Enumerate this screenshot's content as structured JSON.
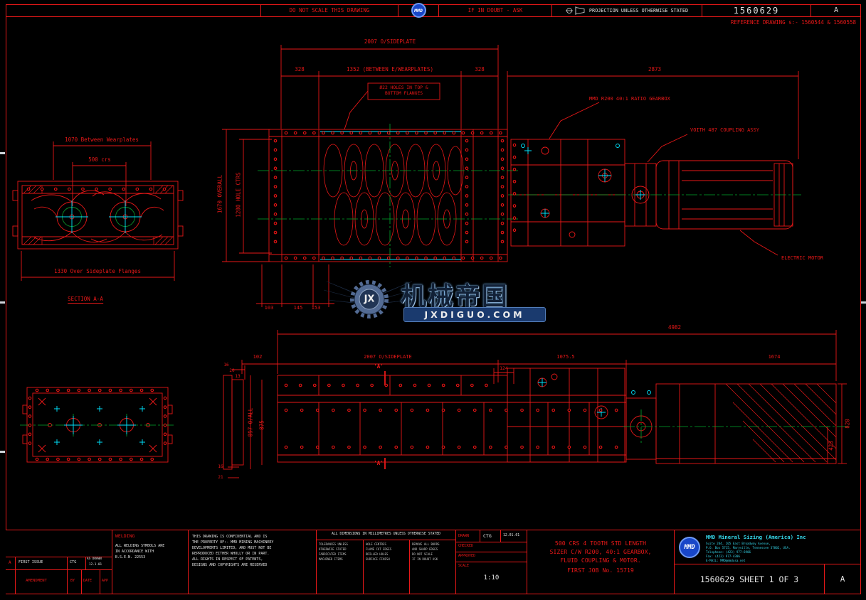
{
  "colors": {
    "background": "#000000",
    "linework_red": "#e81818",
    "accent_cyan": "#00e5ff",
    "centerline_green": "#00a82d",
    "text_white": "#e2e2e2",
    "logo_blue": "#1846c8",
    "watermark_navy": "#1c3f77"
  },
  "top_bar": {
    "do_not_scale": "DO NOT SCALE THIS DRAWING",
    "logo": "MMD",
    "if_in_doubt": "IF IN DOUBT - ASK",
    "projection": "PROJECTION UNLESS OTHERWISE STATED",
    "drawing_number": "1560629",
    "revision": "A",
    "reference": "REFERENCE DRAWING s:- 1560544 & 1560558"
  },
  "section_aa": {
    "dim_wearplates": "1070 Between Wearplates",
    "dim_crs": "500 crs",
    "dim_flanges": "1330 Over Sideplate Flanges",
    "label": "SECTION A-A"
  },
  "plan": {
    "dim_2007": "2007 O/SIDEPLATE",
    "dim_328_l": "328",
    "dim_1352": "1352 (BETWEEN E/WEARPLATES)",
    "dim_328_r": "328",
    "dim_2873": "2873",
    "note_holes_1": "Ø22 HOLES IN TOP &",
    "note_holes_2": "BOTTOM FLANGES",
    "lbl_gearbox": "MMD R200 40:1 RATIO GEARBOX",
    "lbl_coupling": "VOITH 487 COUPLING ASSY",
    "lbl_motor": "ELECTRIC MOTOR",
    "dim_1670": "1670 OVERALL",
    "dim_1280": "1280 HOLE CTRS",
    "dim_103": "103",
    "dim_145": "145",
    "dim_153": "153"
  },
  "elevation": {
    "dim_4982": "4982",
    "dim_102": "102",
    "dim_2007": "2007 O/SIDEPLATE",
    "dim_1075": "1075.5",
    "dim_1674": "1674",
    "dim_124": "124",
    "dim_16a": "16",
    "dim_20": "20",
    "dim_13": "13",
    "dim_897": "897 O/ALL",
    "dim_875": "875",
    "dim_820": "820",
    "dim_423": "423",
    "dim_16b": "16",
    "dim_21": "21",
    "marker_a": "'A'"
  },
  "watermark": {
    "gear": "JX",
    "title": "机械帝国",
    "url": "JXDIGUO.COM"
  },
  "title_block": {
    "rev_table": {
      "rev": "A",
      "desc": "FIRST ISSUE",
      "by": "CTG",
      "app_note": "AS DRAWN",
      "date": "12.1.01",
      "h_amendment": "AMENDMENT",
      "h_by": "BY",
      "h_date": "DATE",
      "h_app": "APP"
    },
    "welding": {
      "title": "WELDING",
      "lines": [
        "ALL WELDING SYMBOLS ARE",
        "IN ACCORDANCE WITH",
        "B.S.E.N. 22553"
      ]
    },
    "confidential": [
      "THIS DRAWING IS CONFIDENTIAL AND IS",
      "THE PROPERTY OF:- MMD MINING MACHINERY",
      "DEVELOPMENTS LIMITED, AND MUST NOT BE",
      "REPRODUCED EITHER WHOLLY OR IN PART.",
      "ALL RIGHTS IN RESPECT OF PATENTS,",
      "DESIGNS AND COPYRIGHTS ARE RESERVED"
    ],
    "dims_note": "ALL DIMENSIONS IN MILLIMETRES UNLESS OTHERWISE STATED",
    "fine_print_a": [
      "TOLERANCES UNLESS",
      "OTHERWISE STATED",
      "FABRICATED ITEMS",
      "MACHINED ITEMS"
    ],
    "fine_print_b": [
      "HOLE CENTRES",
      "FLAME CUT EDGES",
      "DRILLED HOLES",
      "SURFACE FINISH"
    ],
    "fine_print_c": [
      "REMOVE ALL BURRS",
      "AND SHARP EDGES",
      "DO NOT SCALE",
      "IF IN DOUBT ASK"
    ],
    "approvals": {
      "drawn_label": "DRAWN",
      "drawn_by": "CTG",
      "drawn_date": "12.01.01",
      "checked_label": "CHECKED",
      "approved_label": "APPROVED",
      "scale_label": "SCALE",
      "scale_value": "1:10"
    },
    "title_lines": [
      "500 CRS 4 TOOTH STD LENGTH",
      "SIZER C/W R200, 40:1 GEARBOX,",
      "FLUID COUPLING & MOTOR.",
      "FIRST JOB No. 15719"
    ],
    "company": {
      "logo": "MMD",
      "name": "MMD Mineral Sizing (America) Inc",
      "addr": [
        "Suite 204, 205 East Broadway Avenue,",
        "P.O. Box 5715, Maryville, Tennessee 37802, USA.",
        "Telephone: (423) 977-6906",
        "Fax: (423) 977-4306",
        "E-MAIL: MMD@mmdusa.net"
      ]
    },
    "sheet": "1560629 SHEET 1 OF 3",
    "revision": "A"
  }
}
